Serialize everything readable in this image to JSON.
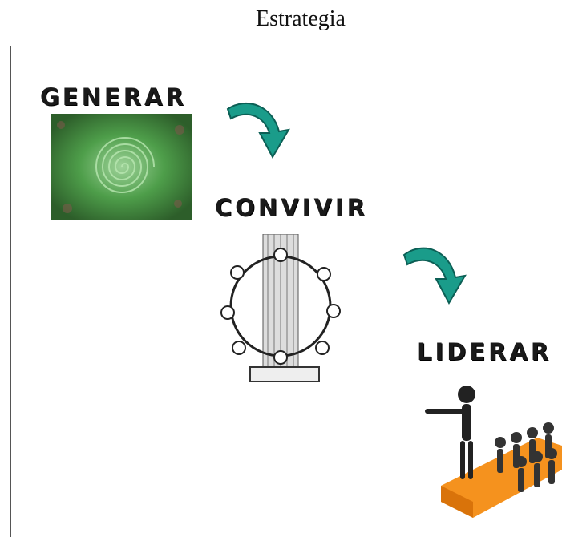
{
  "title": "Estrategia",
  "steps": [
    {
      "label": "GENERAR",
      "image": "spiral-succulent-plant"
    },
    {
      "label": "CONVIVIR",
      "image": "people-holding-hands-circle"
    },
    {
      "label": "LIDERAR",
      "image": "leader-pointing-followers"
    }
  ],
  "colors": {
    "arrow": "#1a9c8a",
    "arrow_dark": "#0c5f55",
    "plant": "#3d8f3a",
    "orange": "#f5921e"
  }
}
